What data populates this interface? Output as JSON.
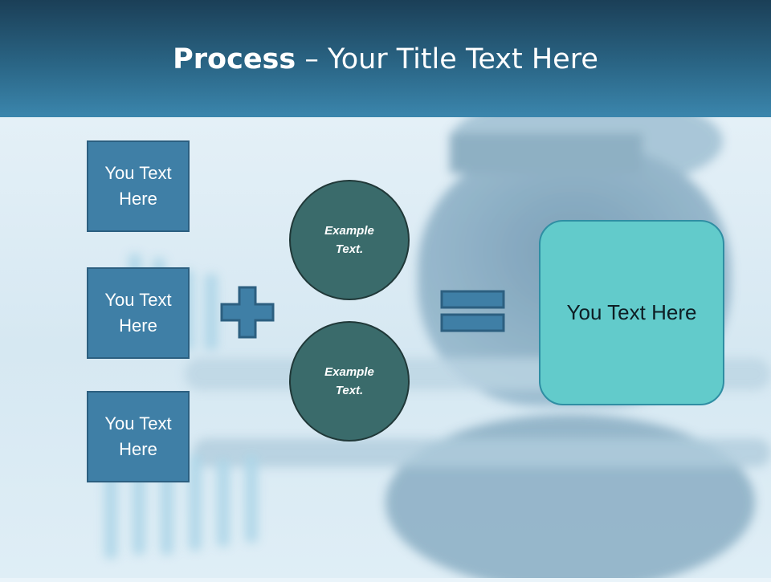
{
  "slide": {
    "title_bold": "Process",
    "title_rest": " – Your Title Text Here"
  },
  "inputs": [
    {
      "label": "You Text Here"
    },
    {
      "label": "You Text Here"
    },
    {
      "label": "You Text Here"
    }
  ],
  "examples": [
    {
      "label": "Example Text."
    },
    {
      "label": "Example Text."
    }
  ],
  "result": {
    "label": "You Text Here"
  },
  "colors": {
    "header_dark": "#1b3f57",
    "header_light": "#3b86ad",
    "box_fill": "#3f7fa6",
    "circle_fill": "#3a6b6b",
    "result_fill": "#62cbcb"
  },
  "icons": [
    "plus-icon",
    "equals-icon"
  ]
}
